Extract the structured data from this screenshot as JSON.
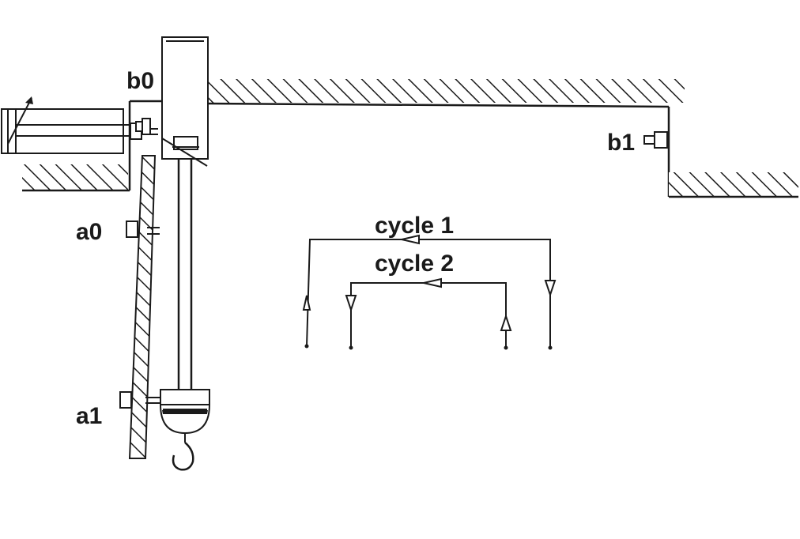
{
  "labels": {
    "b0": "b0",
    "b1": "b1",
    "a0": "a0",
    "a1": "a1",
    "cycle1": "cycle 1",
    "cycle2": "cycle 2"
  },
  "colors": {
    "ink": "#1a1a1a",
    "background": "#ffffff"
  }
}
